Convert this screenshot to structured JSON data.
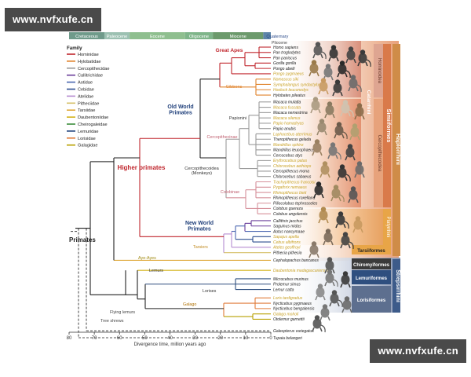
{
  "watermark": {
    "top": "www.nvfxufe.cn",
    "bottom": "www.nvfxufe.cn"
  },
  "periods": [
    "Cretaceous",
    "Paleocene",
    "Eocene",
    "Oligocene",
    "Miocene",
    "Quaternary"
  ],
  "pliocene_label": "Pliocene",
  "legend": {
    "title": "Family",
    "items": [
      {
        "label": "Hominidae",
        "color": "#c0262d"
      },
      {
        "label": "Hylobatidae",
        "color": "#e0832c"
      },
      {
        "label": "Cercopithecidae",
        "color": "#9a9a9a"
      },
      {
        "label": "Callitrichidae",
        "color": "#6a3d9a"
      },
      {
        "label": "Aotidae",
        "color": "#4a66b0"
      },
      {
        "label": "Cebidae",
        "color": "#2e4e8f"
      },
      {
        "label": "Atelidae",
        "color": "#b58bd0"
      },
      {
        "label": "Pitheciidae",
        "color": "#d6c06a"
      },
      {
        "label": "Tarsiidae",
        "color": "#e0a93b"
      },
      {
        "label": "Daubentoniidae",
        "color": "#d4b31c"
      },
      {
        "label": "Cheirogaleidae",
        "color": "#3c8d3c"
      },
      {
        "label": "Lemuridae",
        "color": "#1c3f7a"
      },
      {
        "label": "Lorisidae",
        "color": "#e07b39"
      },
      {
        "label": "Galagidae",
        "color": "#b8a000"
      }
    ]
  },
  "clades": {
    "primates": "Primates",
    "higher_primates": "Higher primates",
    "old_world": "Old World\nPrimates",
    "new_world": "New World\nPrimates",
    "great_apes": "Great Apes",
    "gibbons": "Gibbons",
    "papionini": "Papionini",
    "cercopithecinae": "Cercopithecinae",
    "cercopithecoidea": "Cercopithecoidea\n(Monkeys)",
    "colobinae": "Colobinae",
    "tarsiers": "Tarsiers",
    "aye_ayes": "Aye-Ayes",
    "lemurs": "Lemurs",
    "lorises": "Lorises",
    "galago": "Galago",
    "flying_lemurs": "Flying lemurs",
    "tree_shrews": "Tree shrews"
  },
  "taxa": [
    {
      "name": "Homo sapiens",
      "color": "#222222"
    },
    {
      "name": "Pan troglodytes",
      "color": "#222222"
    },
    {
      "name": "Pan paniscus",
      "color": "#222222"
    },
    {
      "name": "Gorilla gorilla",
      "color": "#222222"
    },
    {
      "name": "Pongo abelii",
      "color": "#222222"
    },
    {
      "name": "Pongo pygmaeus",
      "color": "#c9a227"
    },
    {
      "name": "Nomascus siki",
      "color": "#c9a227"
    },
    {
      "name": "Symphalangus syndactylus",
      "color": "#c9a227"
    },
    {
      "name": "Hoolock leuconedys",
      "color": "#c9a227"
    },
    {
      "name": "Hylobates pileatus",
      "color": "#222222"
    },
    {
      "name": "Macaca mulatta",
      "color": "#222222"
    },
    {
      "name": "Macaca fuscata",
      "color": "#c9a227"
    },
    {
      "name": "Macaca nemestrina",
      "color": "#222222"
    },
    {
      "name": "Macaca silenus",
      "color": "#c9a227"
    },
    {
      "name": "Papio hamadryas",
      "color": "#c9a227"
    },
    {
      "name": "Papio anubis",
      "color": "#222222"
    },
    {
      "name": "Lophocebus aterrimus",
      "color": "#c9a227"
    },
    {
      "name": "Theropithecus gelada",
      "color": "#222222"
    },
    {
      "name": "Mandrillus sphinx",
      "color": "#c9a227"
    },
    {
      "name": "Mandrillus leucophaeus",
      "color": "#222222"
    },
    {
      "name": "Cercocebus atys",
      "color": "#222222"
    },
    {
      "name": "Erythrocebus patas",
      "color": "#c9a227"
    },
    {
      "name": "Chlorocebus aethiops",
      "color": "#c9a227"
    },
    {
      "name": "Cercopithecus mona",
      "color": "#222222"
    },
    {
      "name": "Chlorocebus sabaeus",
      "color": "#222222"
    },
    {
      "name": "Trachypithecus francoisi",
      "color": "#c9a227"
    },
    {
      "name": "Pygathrix nemaeus",
      "color": "#c9a227"
    },
    {
      "name": "Rhinopithecus bieti",
      "color": "#c9a227"
    },
    {
      "name": "Rhinopithecus roxellana",
      "color": "#222222"
    },
    {
      "name": "Piliocolobus tephrosceles",
      "color": "#222222"
    },
    {
      "name": "Colobus guereza",
      "color": "#222222"
    },
    {
      "name": "Colobus angolensis",
      "color": "#222222"
    },
    {
      "name": "Callithrix jacchus",
      "color": "#222222"
    },
    {
      "name": "Saguinus midas",
      "color": "#222222"
    },
    {
      "name": "Aotus nancymaae",
      "color": "#222222"
    },
    {
      "name": "Sapajus apella",
      "color": "#c9a227"
    },
    {
      "name": "Cebus albifrons",
      "color": "#c9a227"
    },
    {
      "name": "Ateles geoffroyi",
      "color": "#c9a227"
    },
    {
      "name": "Pithecia pithecia",
      "color": "#222222"
    },
    {
      "name": "Cephalopachus bancanus",
      "color": "#222222"
    },
    {
      "name": "Daubentonia madagascariensis",
      "color": "#c9a227"
    },
    {
      "name": "Microcebus murinus",
      "color": "#222222"
    },
    {
      "name": "Prolemur simus",
      "color": "#222222"
    },
    {
      "name": "Lemur catta",
      "color": "#222222"
    },
    {
      "name": "Loris tardigradus",
      "color": "#c9a227"
    },
    {
      "name": "Nycticebus pygmaeus",
      "color": "#222222"
    },
    {
      "name": "Nycticebus bengalensis",
      "color": "#222222"
    },
    {
      "name": "Galago moholi",
      "color": "#c9a227"
    },
    {
      "name": "Otolemur garnettii",
      "color": "#222222"
    },
    {
      "name": "Galeopterus variegatus",
      "color": "#222222"
    },
    {
      "name": "Tupaia belangeri",
      "color": "#222222"
    }
  ],
  "side_labels": {
    "hominoidea": "Hominoidea",
    "catarrhini": "Catarrhini",
    "cercopithecoidea": "Cercopithecoidea",
    "simiiformes": "Simiiformes",
    "haplorrhini": "Haplorrhini",
    "platyrrhini": "Platyrrhini",
    "tarsiiformes": "Tarsiiformes",
    "chiromyiformes": "Chiromyiformes",
    "lemuriformes": "Lemuriformes",
    "lorisiformes": "Lorisiformes",
    "strepsirrhini": "Strepsirrhini"
  },
  "axis": {
    "ticks": [
      "80",
      "70",
      "60",
      "50",
      "40",
      "30",
      "20",
      "10",
      "0"
    ],
    "label": "Divergence time, million years ago"
  }
}
